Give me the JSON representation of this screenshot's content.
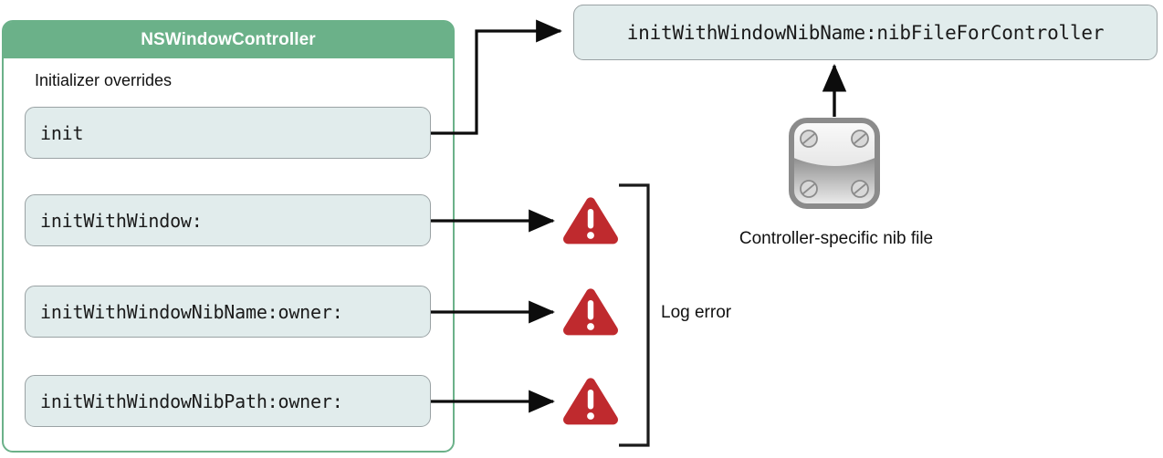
{
  "diagram": {
    "title": "NSWindowController initializer overrides",
    "class_box": {
      "header_title": "NSWindowController",
      "section_label": "Initializer overrides",
      "header_color": "#6bb189",
      "methods": [
        {
          "name": "init"
        },
        {
          "name": "initWithWindow:"
        },
        {
          "name": "initWithWindowNibName:owner:"
        },
        {
          "name": "initWithWindowNibPath:owner:"
        }
      ]
    },
    "target_nib": {
      "label": "initWithWindowNibName:nibFileForController"
    },
    "nib_file": {
      "caption": "Controller-specific nib file",
      "icon": "nib-file-icon"
    },
    "error_group": {
      "label": "Log error",
      "icon": "warning-triangle-icon",
      "color": "#bf2a2e",
      "count": 3
    }
  }
}
